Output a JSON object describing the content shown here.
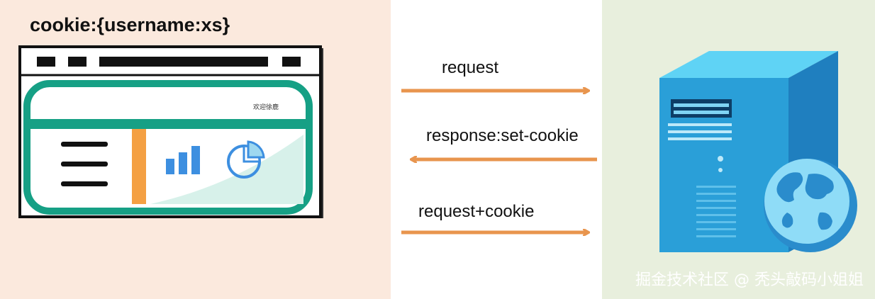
{
  "browser": {
    "cookie_label": "cookie:{username:xs}",
    "welcome_text": "欢迎徐鹿"
  },
  "messages": [
    {
      "label": "request",
      "direction": "client-to-server"
    },
    {
      "label": "response:set-cookie",
      "direction": "server-to-client"
    },
    {
      "label": "request+cookie",
      "direction": "client-to-server"
    }
  ],
  "server": {
    "icon": "server-with-globe-icon"
  },
  "watermark": "掘金技术社区 @ 秃头敲码小姐姐",
  "colors": {
    "left_bg": "#fbe9dd",
    "right_bg": "#e8efdd",
    "arrow": "#e8954e",
    "teal": "#16a085",
    "orange_bar": "#f4a043",
    "chart_blue": "#3d8fe0",
    "server_blue": "#2a9fd8"
  }
}
